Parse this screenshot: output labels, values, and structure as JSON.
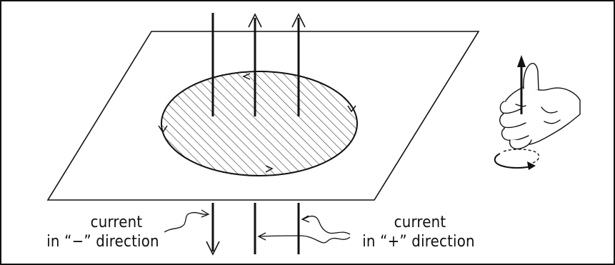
{
  "diagram": {
    "labels": {
      "left_line1": "current",
      "left_line2": "in “−” direction",
      "right_line1": "current",
      "right_line2": "in “+” direction"
    },
    "colors": {
      "stroke": "#111111",
      "background": "#ffffff"
    },
    "icons": {
      "hand": "right-hand-thumb-up-icon",
      "rotation": "curved-rotation-arrow-icon"
    }
  }
}
